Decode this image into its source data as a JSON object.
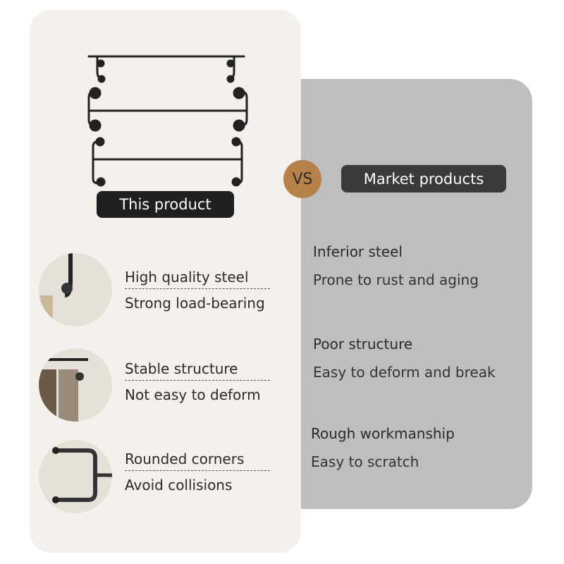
{
  "left": {
    "label": "This product",
    "features": [
      {
        "title": "High quality steel",
        "subtitle": "Strong load-bearing"
      },
      {
        "title": "Stable structure",
        "subtitle": "Not easy to deform"
      },
      {
        "title": "Rounded corners",
        "subtitle": "Avoid collisions"
      }
    ]
  },
  "vs": "VS",
  "right": {
    "label": "Market products",
    "items": [
      {
        "title": "Inferior steel",
        "subtitle": "Prone to rust and aging"
      },
      {
        "title": "Poor structure",
        "subtitle": "Easy to deform and break"
      },
      {
        "title": "Rough workmanship",
        "subtitle": "Easy to scratch"
      }
    ]
  },
  "colors": {
    "accent": "#b7814a",
    "panel": "#f4f1ec",
    "gray": "#bebebe"
  }
}
